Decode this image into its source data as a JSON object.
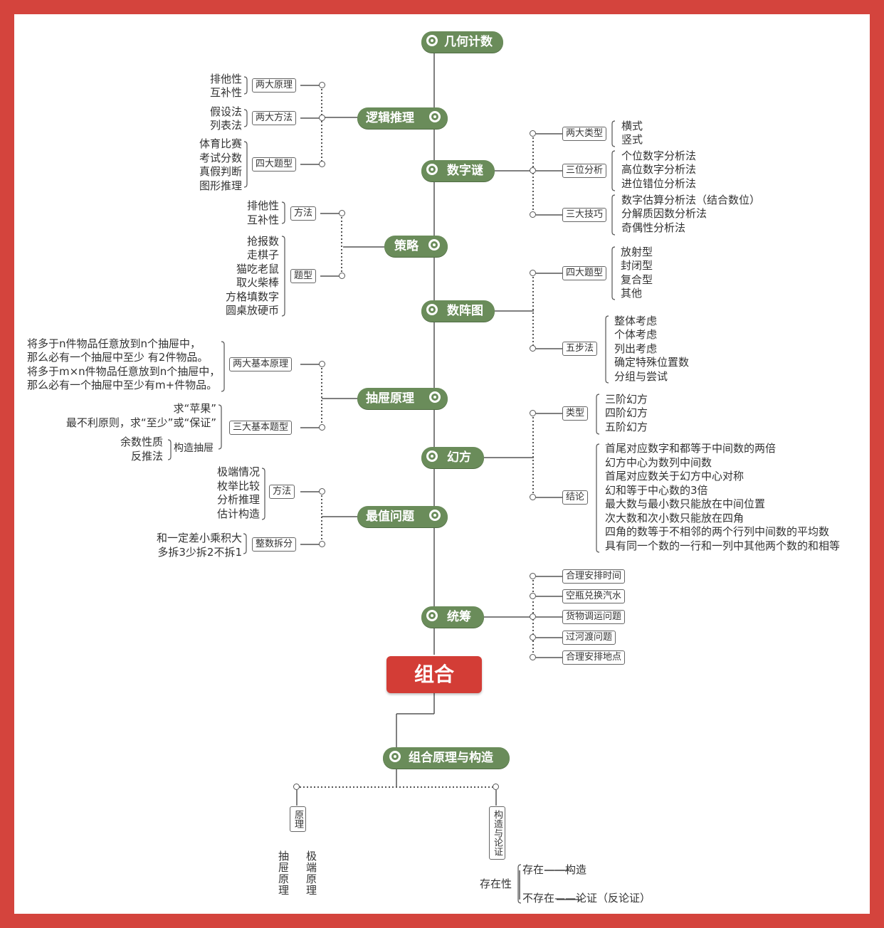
{
  "title": "组合",
  "branches": {
    "jihe": {
      "label": "几何计数"
    },
    "luoji": {
      "label": "逻辑推理",
      "sub1": {
        "label": "两大原理",
        "items": [
          "排他性",
          "互补性"
        ]
      },
      "sub2": {
        "label": "两大方法",
        "items": [
          "假设法",
          "列表法"
        ]
      },
      "sub3": {
        "label": "四大题型",
        "items": [
          "体育比赛",
          "考试分数",
          "真假判断",
          "图形推理"
        ]
      }
    },
    "shuzimi": {
      "label": "数字谜",
      "sub1": {
        "label": "两大类型",
        "items": [
          "横式",
          "竖式"
        ]
      },
      "sub2": {
        "label": "三位分析",
        "items": [
          "个位数字分析法",
          "高位数字分析法",
          "进位错位分析法"
        ]
      },
      "sub3": {
        "label": "三大技巧",
        "items": [
          "数字估算分析法（结合数位）",
          "分解质因数分析法",
          "奇偶性分析法"
        ]
      }
    },
    "celue": {
      "label": "策略",
      "sub1": {
        "label": "方法",
        "items": [
          "排他性",
          "互补性"
        ]
      },
      "sub2": {
        "label": "题型",
        "items": [
          "抢报数",
          "走棋子",
          "猫吃老鼠",
          "取火柴棒",
          "方格填数字",
          "圆桌放硬币"
        ]
      }
    },
    "shuzhentu": {
      "label": "数阵图",
      "sub1": {
        "label": "四大题型",
        "items": [
          "放射型",
          "封闭型",
          "复合型",
          "其他"
        ]
      },
      "sub2": {
        "label": "五步法",
        "items": [
          "整体考虑",
          "个体考虑",
          "列出考虑",
          "确定特殊位置数",
          "分组与尝试"
        ]
      }
    },
    "chouti": {
      "label": "抽屉原理",
      "sub1": {
        "label": "两大基本原理",
        "items": [
          "将多于n件物品任意放到n个抽屉中，",
          "那么必有一个抽屉中至少 有2件物品。",
          "将多于m×n件物品任意放到n个抽屉中，",
          "那么必有一个抽屉中至少有m+件物品。"
        ]
      },
      "sub2": {
        "label": "三大基本题型",
        "items": [
          "求“苹果”",
          "最不利原则，求“至少”或“保证”"
        ]
      },
      "sub2b": {
        "label": "构造抽屉",
        "items": [
          "余数性质",
          "反推法"
        ]
      }
    },
    "huanfang": {
      "label": "幻方",
      "sub1": {
        "label": "类型",
        "items": [
          "三阶幻方",
          "四阶幻方",
          "五阶幻方"
        ]
      },
      "sub2": {
        "label": "结论",
        "items": [
          "首尾对应数字和都等于中间数的两倍",
          "幻方中心为数列中间数",
          "首尾对应数关于幻方中心对称",
          "幻和等于中心数的3倍",
          "最大数与最小数只能放在中间位置",
          "次大数和次小数只能放在四角",
          "四角的数等于不相邻的两个行列中间数的平均数",
          "具有同一个数的一行和一列中其他两个数的和相等"
        ]
      }
    },
    "zuizhi": {
      "label": "最值问题",
      "sub1": {
        "label": "方法",
        "items": [
          "极端情况",
          "枚举比较",
          "分析推理",
          "估计构造"
        ]
      },
      "sub2": {
        "label": "整数拆分",
        "items": [
          "和一定差小乘积大",
          "多拆3少拆2不拆1"
        ]
      }
    },
    "tongchou": {
      "label": "统筹",
      "items": [
        "合理安排时间",
        "空瓶兑换汽水",
        "货物调运问题",
        "过河渡问题",
        "合理安排地点"
      ]
    },
    "yuanli": {
      "label": "组合原理与构造",
      "left": {
        "label": "原理",
        "items": [
          "抽屉原理",
          "极端原理"
        ]
      },
      "right": {
        "label": "构造与论证",
        "root": "存在性",
        "items": [
          "存在——构造",
          "不存在——论证（反论证）"
        ]
      }
    }
  },
  "colors": {
    "border": "#d4443d",
    "pill": "#6a8c5a",
    "center": "#d33d36"
  }
}
